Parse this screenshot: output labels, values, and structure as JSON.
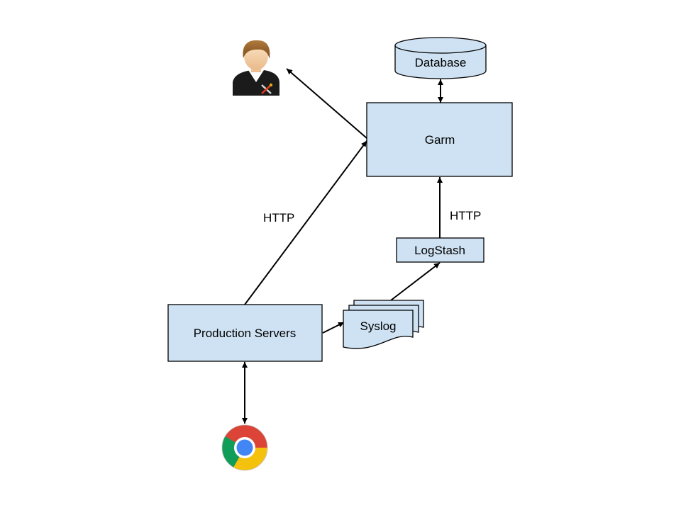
{
  "nodes": {
    "database": "Database",
    "garm": "Garm",
    "logstash": "LogStash",
    "syslog": "Syslog",
    "production_servers": "Production Servers"
  },
  "edges": {
    "servers_to_garm": "HTTP",
    "logstash_to_garm": "HTTP"
  },
  "icons": {
    "admin_user": "admin-user-icon",
    "browser": "chrome-browser-icon"
  },
  "colors": {
    "node_fill": "#cfe2f3",
    "node_stroke": "#000000",
    "edge": "#000000"
  }
}
